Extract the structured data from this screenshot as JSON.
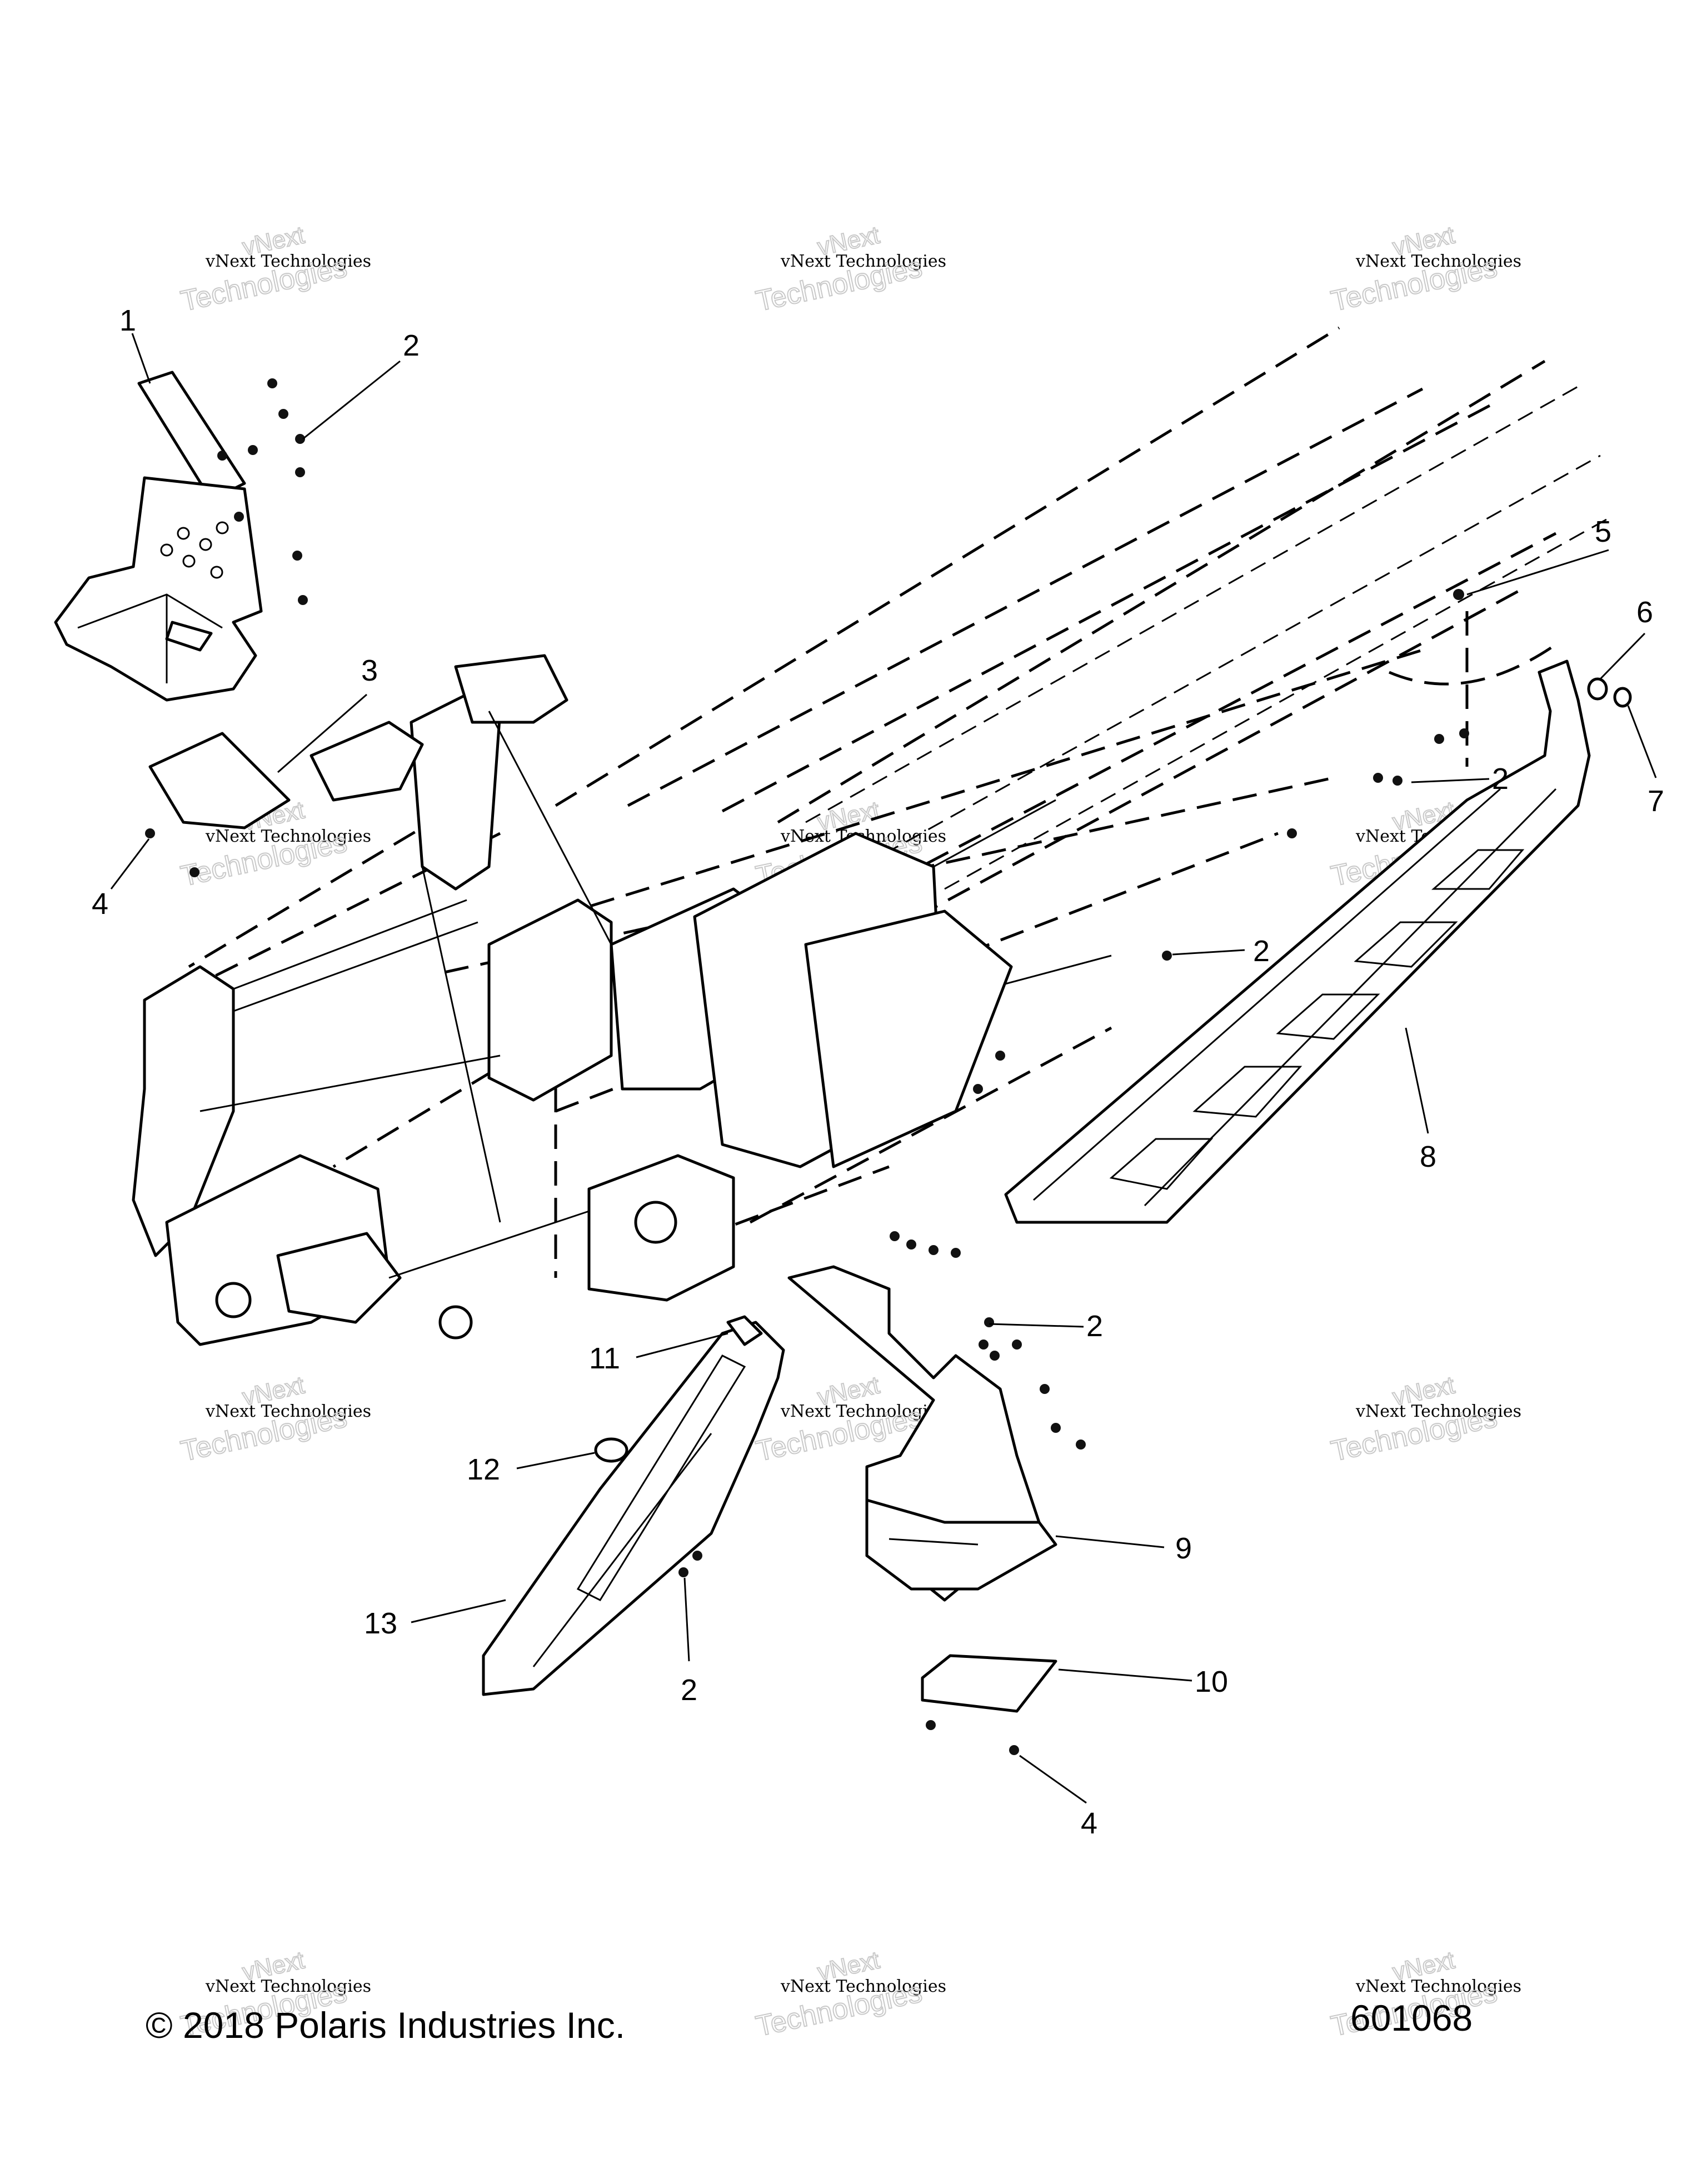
{
  "callouts": [
    {
      "label": "1"
    },
    {
      "label": "2"
    },
    {
      "label": "3"
    },
    {
      "label": "4"
    },
    {
      "label": "5"
    },
    {
      "label": "6"
    },
    {
      "label": "7"
    },
    {
      "label": "2"
    },
    {
      "label": "2"
    },
    {
      "label": "8"
    },
    {
      "label": "2"
    },
    {
      "label": "9"
    },
    {
      "label": "10"
    },
    {
      "label": "4"
    },
    {
      "label": "11"
    },
    {
      "label": "12"
    },
    {
      "label": "13"
    },
    {
      "label": "2"
    }
  ],
  "watermark": {
    "line0": "vNext",
    "line1": "vNext Technologies",
    "line2": "Technologies"
  },
  "footer": {
    "copyright": "© 2018 Polaris Industries Inc.",
    "figure_number": "601068"
  }
}
